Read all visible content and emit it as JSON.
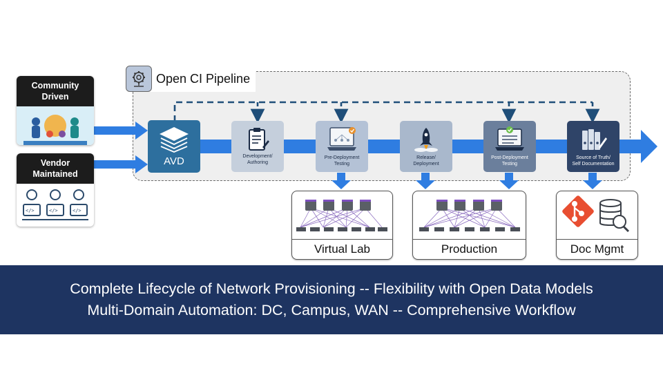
{
  "pipeline": {
    "title": "Open CI Pipeline"
  },
  "sources": [
    {
      "label_line1": "Community",
      "label_line2": "Driven"
    },
    {
      "label_line1": "Vendor",
      "label_line2": "Maintained"
    }
  ],
  "avd": {
    "label": "AVD"
  },
  "stages": [
    {
      "label_line1": "Development/",
      "label_line2": "Authoring",
      "icon": "clipboard-icon"
    },
    {
      "label_line1": "Pre-Deployment",
      "label_line2": "Testing",
      "icon": "laptop-network-icon"
    },
    {
      "label_line1": "Release/",
      "label_line2": "Deployment",
      "icon": "rocket-icon"
    },
    {
      "label_line1": "Post-Deployment",
      "label_line2": "Testing",
      "icon": "laptop-check-icon"
    },
    {
      "label_line1": "Source of Truth/",
      "label_line2": "Self Documentation",
      "icon": "binders-icon"
    }
  ],
  "environments": [
    {
      "label": "Virtual Lab"
    },
    {
      "label": "Production"
    },
    {
      "label": "Doc Mgmt"
    }
  ],
  "banner": {
    "line1": "Complete Lifecycle of Network Provisioning -- Flexibility with Open Data Models",
    "line2": "Multi-Domain Automation: DC, Campus, WAN -- Comprehensive Workflow"
  },
  "colors": {
    "arrow": "#2f7de1",
    "banner": "#1e3461",
    "avd": "#2d6f9e",
    "stage": "#b4c2d6",
    "dashed": "#1f4e79"
  }
}
